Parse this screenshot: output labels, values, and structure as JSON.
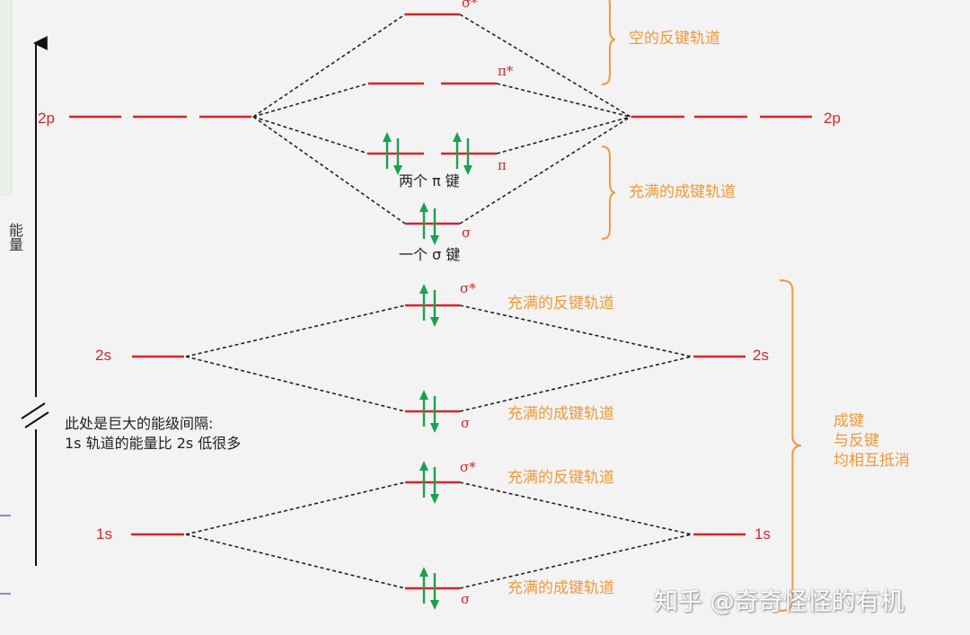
{
  "diagram": {
    "axis_label": "能量",
    "atomic_labels": {
      "p2_left": "2p",
      "p2_right": "2p",
      "s2_left": "2s",
      "s2_right": "2s",
      "s1_left": "1s",
      "s1_right": "1s"
    },
    "orbital_labels": {
      "sigma_star_2p": "σ*",
      "pi_star_2p": "π*",
      "pi_2p": "π",
      "sigma_2p": "σ",
      "sigma_star_2s": "σ*",
      "sigma_2s": "σ",
      "sigma_star_1s": "σ*",
      "sigma_1s": "σ"
    },
    "bond_notes": {
      "two_pi": "两个 π 键",
      "one_sigma": "一个 σ 键"
    },
    "brace_labels": {
      "empty_antibonding": "空的反键轨道",
      "filled_bonding_2p": "充满的成键轨道",
      "filled_antibonding_2s": "充满的反键轨道",
      "filled_bonding_2s": "充满的成键轨道",
      "filled_antibonding_1s": "充满的反键轨道",
      "filled_bonding_1s": "充满的成键轨道",
      "cancel_summary": [
        "成键",
        "与反键",
        "均相互抵消"
      ]
    },
    "gap_note": {
      "line1": "此处是巨大的能级间隔:",
      "line2": "1s 轨道的能量比 2s 低很多"
    },
    "colors": {
      "level": "#d8242a",
      "arrow": "#1aa150",
      "brace": "#f0993a",
      "dashed": "#222222",
      "axis": "#111111"
    }
  },
  "watermark": "知乎 @奇奇怪怪的有机"
}
